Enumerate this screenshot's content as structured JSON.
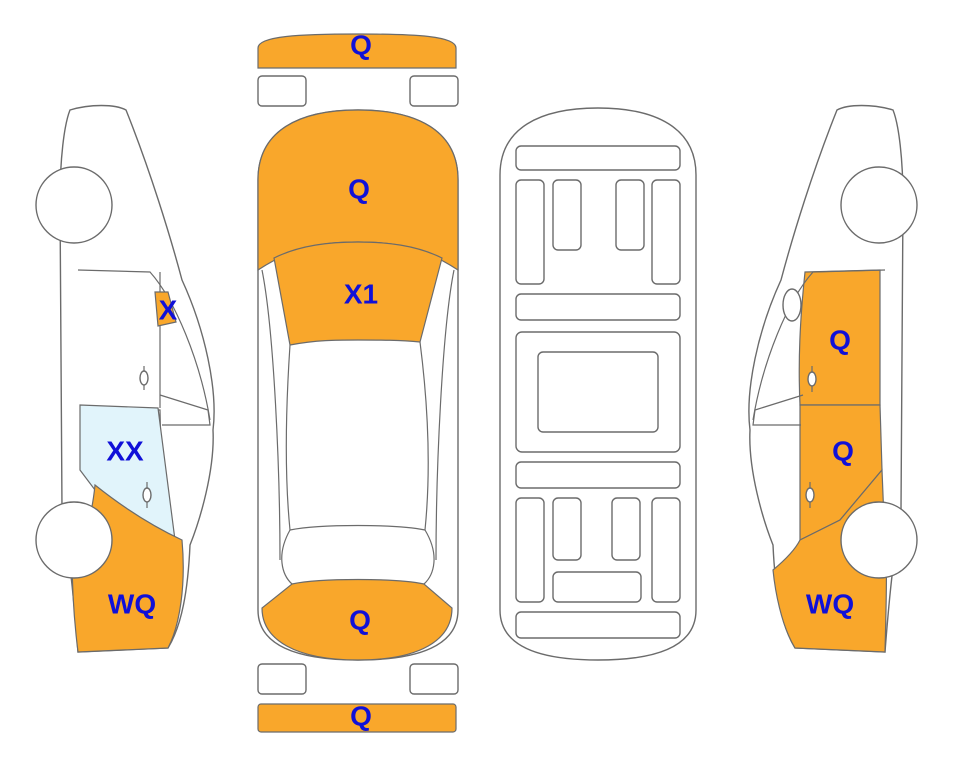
{
  "colors": {
    "damage": "#F9A72B",
    "glass_damage": "#E1F4FB",
    "label": "#1010D8",
    "outline": "#6B6B6B"
  },
  "labels": {
    "front_bumper": "Q",
    "hood": "Q",
    "windshield": "X1",
    "trunk": "Q",
    "rear_bumper": "Q",
    "left_quarter_window": "X",
    "left_rear_door": "XX",
    "left_rear_quarter": "WQ",
    "right_front_door": "Q",
    "right_rear_door": "Q",
    "right_rear_quarter": "WQ"
  }
}
